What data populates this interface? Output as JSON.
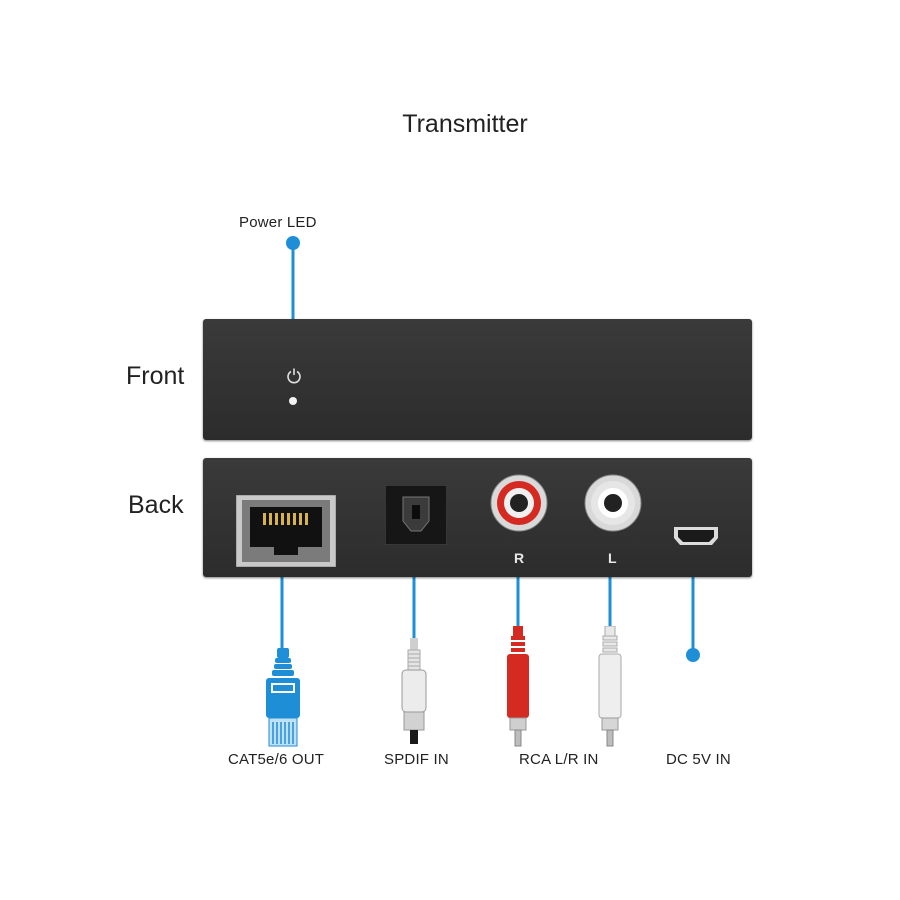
{
  "title": "Transmitter",
  "views": {
    "front": "Front",
    "back": "Back"
  },
  "callouts": {
    "power_led": "Power LED",
    "cat_out": "CAT5e/6 OUT",
    "spdif_in": "SPDIF IN",
    "rca_in": "RCA L/R IN",
    "dc_in": "DC 5V IN"
  },
  "port_marks": {
    "right": "R",
    "left": "L"
  },
  "icons": {
    "power": "power-icon",
    "led": "led-indicator",
    "rj45": "rj45-port-icon",
    "optical": "optical-port-icon",
    "usb": "micro-usb-port-icon"
  },
  "colors": {
    "callout": "#1e8fd6",
    "panel": "#333333",
    "rca_red": "#d42a22",
    "rca_white": "#e6e6e6"
  }
}
